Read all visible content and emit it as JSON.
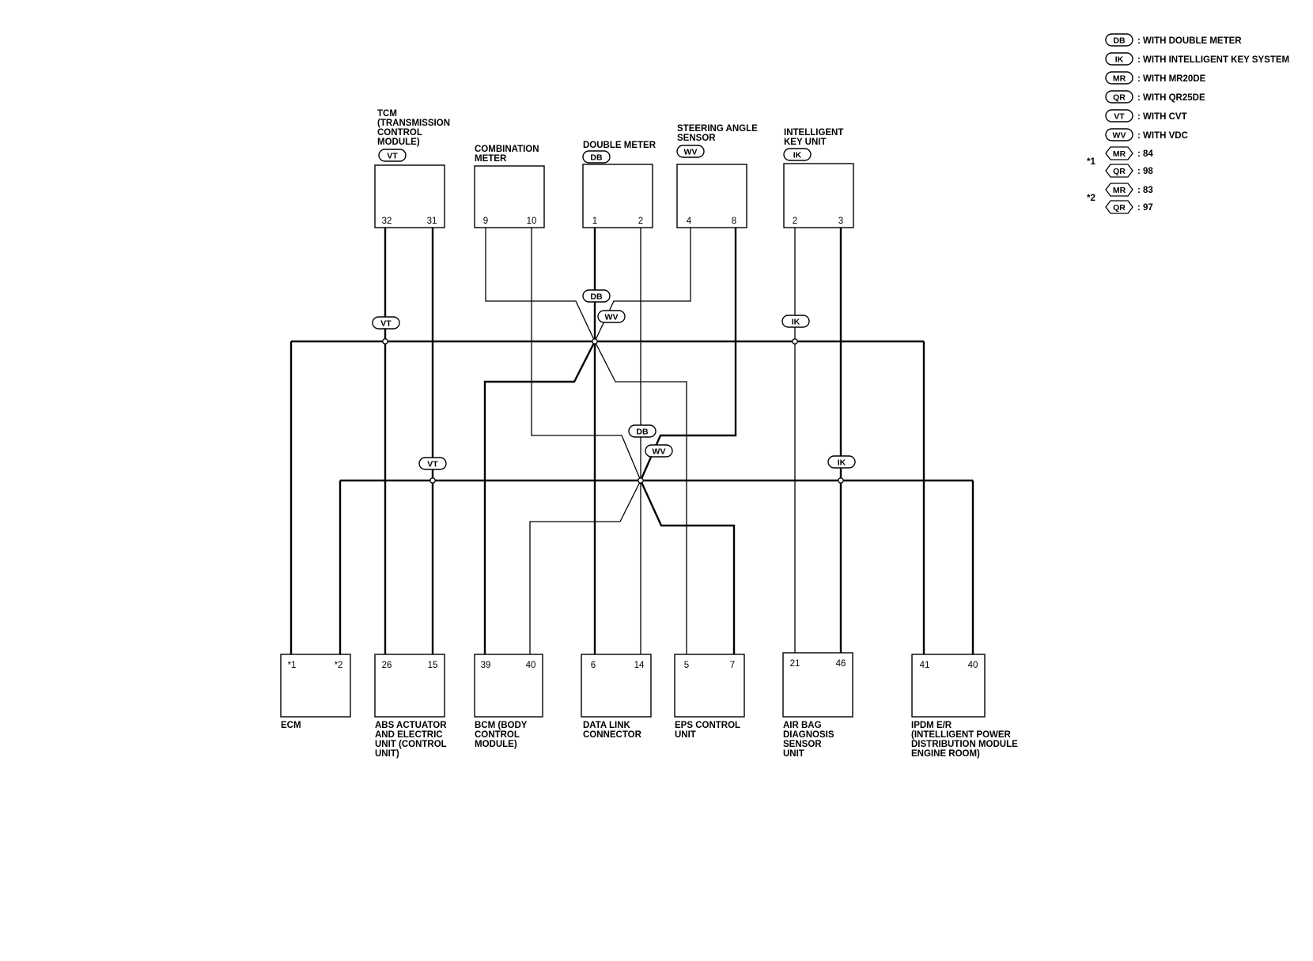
{
  "legend": [
    {
      "code": "DB",
      "text": ": WITH DOUBLE METER"
    },
    {
      "code": "IK",
      "text": ": WITH INTELLIGENT KEY SYSTEM"
    },
    {
      "code": "MR",
      "text": ": WITH MR20DE"
    },
    {
      "code": "QR",
      "text": ": WITH QR25DE"
    },
    {
      "code": "VT",
      "text": ": WITH CVT"
    },
    {
      "code": "WV",
      "text": ": WITH VDC"
    }
  ],
  "legend_notes": [
    {
      "mark": "*1",
      "items": [
        {
          "code": "MR",
          "text": ": 84"
        },
        {
          "code": "QR",
          "text": ": 98"
        }
      ]
    },
    {
      "mark": "*2",
      "items": [
        {
          "code": "MR",
          "text": ": 83"
        },
        {
          "code": "QR",
          "text": ": 97"
        }
      ]
    }
  ],
  "top_units": [
    {
      "id": "tcm",
      "label": [
        "TCM",
        "(TRANSMISSION",
        "CONTROL",
        "MODULE)"
      ],
      "badge": "VT",
      "pins": [
        "32",
        "31"
      ]
    },
    {
      "id": "combination-meter",
      "label": [
        "COMBINATION",
        "METER"
      ],
      "badge": "",
      "pins": [
        "9",
        "10"
      ]
    },
    {
      "id": "double-meter",
      "label": [
        "DOUBLE METER"
      ],
      "badge": "DB",
      "pins": [
        "1",
        "2"
      ]
    },
    {
      "id": "steering-angle-sensor",
      "label": [
        "STEERING ANGLE",
        "SENSOR"
      ],
      "badge": "WV",
      "pins": [
        "4",
        "8"
      ]
    },
    {
      "id": "intelligent-key-unit",
      "label": [
        "INTELLIGENT",
        "KEY UNIT"
      ],
      "badge": "IK",
      "pins": [
        "2",
        "3"
      ]
    }
  ],
  "bottom_units": [
    {
      "id": "ecm",
      "label": [
        "ECM"
      ],
      "pins": [
        "*1",
        "*2"
      ]
    },
    {
      "id": "abs-actuator",
      "label": [
        "ABS ACTUATOR",
        "AND ELECTRIC",
        "UNIT (CONTROL",
        "UNIT)"
      ],
      "pins": [
        "26",
        "15"
      ]
    },
    {
      "id": "bcm",
      "label": [
        "BCM (BODY",
        "CONTROL",
        "MODULE)"
      ],
      "pins": [
        "39",
        "40"
      ]
    },
    {
      "id": "data-link-connector",
      "label": [
        "DATA LINK",
        "CONNECTOR"
      ],
      "pins": [
        "6",
        "14"
      ]
    },
    {
      "id": "eps-control-unit",
      "label": [
        "EPS CONTROL",
        "UNIT"
      ],
      "pins": [
        "5",
        "7"
      ]
    },
    {
      "id": "air-bag-unit",
      "label": [
        "AIR BAG",
        "DIAGNOSIS",
        "SENSOR",
        "UNIT"
      ],
      "pins": [
        "21",
        "46"
      ]
    },
    {
      "id": "ipdm-er",
      "label": [
        "IPDM E/R",
        "(INTELLIGENT POWER",
        "DISTRIBUTION MODULE",
        "ENGINE ROOM)"
      ],
      "pins": [
        "41",
        "40"
      ]
    }
  ],
  "line_badges": [
    {
      "id": "vt-upper",
      "text": "VT"
    },
    {
      "id": "ik-upper",
      "text": "IK"
    },
    {
      "id": "db-upper",
      "text": "DB"
    },
    {
      "id": "wv-upper",
      "text": "WV"
    },
    {
      "id": "vt-lower",
      "text": "VT"
    },
    {
      "id": "ik-lower",
      "text": "IK"
    },
    {
      "id": "db-lower",
      "text": "DB"
    },
    {
      "id": "wv-lower",
      "text": "WV"
    }
  ]
}
